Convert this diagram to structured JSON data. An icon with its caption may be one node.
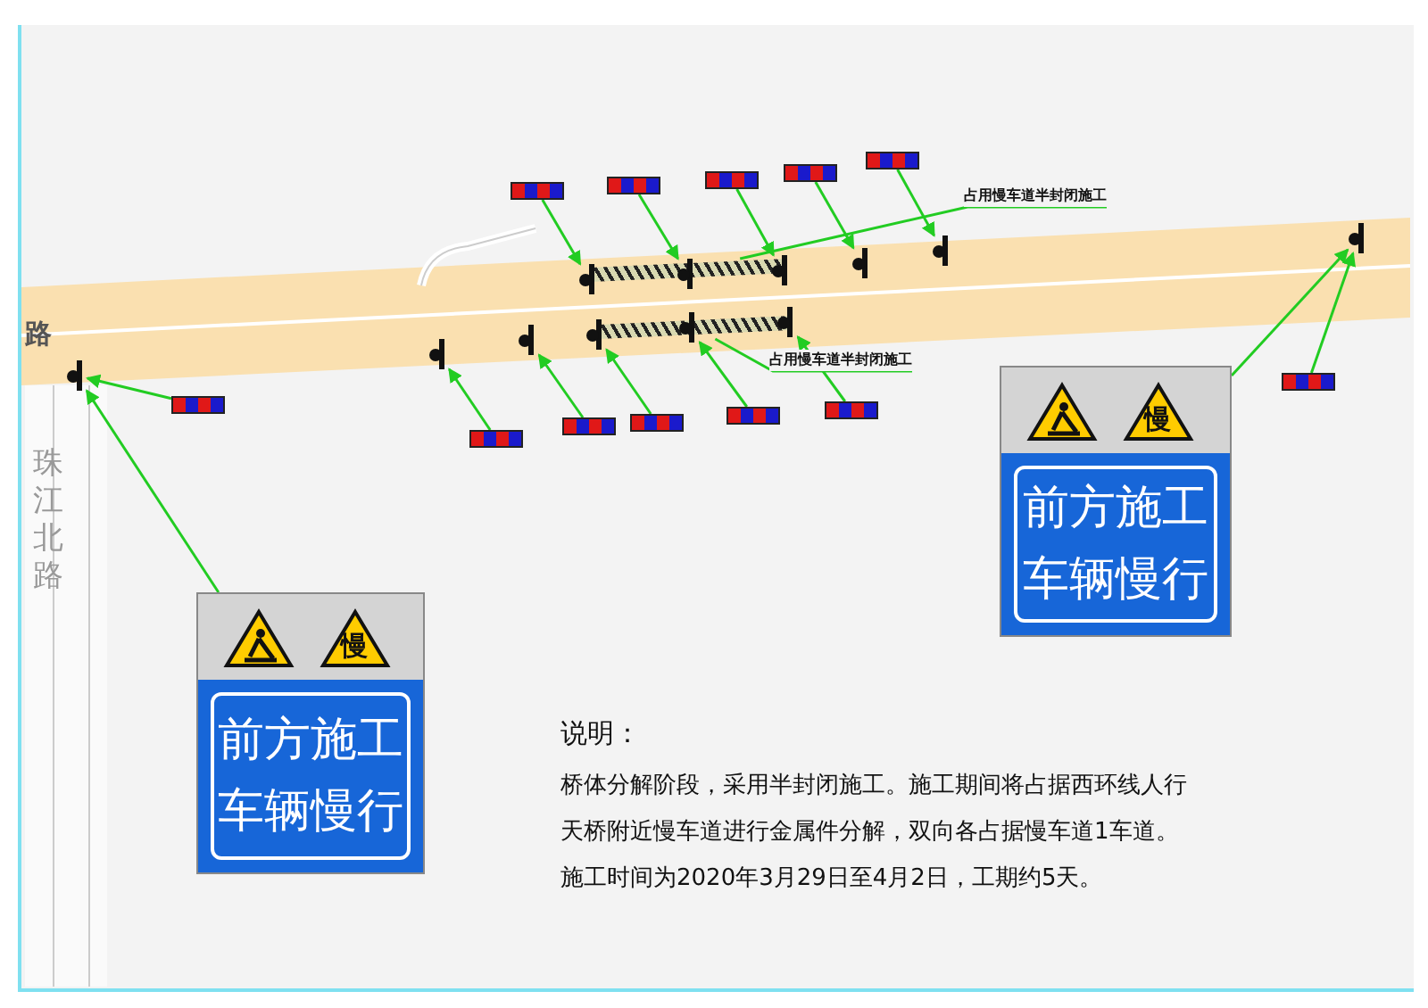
{
  "diagram": {
    "nodes": [
      {
        "text": [
          "占用慢车道半封闭施工"
        ]
      },
      {
        "text": [],
        "shape": "bar"
      },
      {
        "text": [],
        "shape": "bar"
      },
      {
        "text": [
          "占用慢车道半封闭施工"
        ]
      },
      {
        "text": [
          "慢",
          "前方施工车辆慢行"
        ]
      },
      {
        "text": [
          "慢",
          "前方施工车辆慢行"
        ]
      },
      {
        "text": [],
        "shape": "picture"
      },
      {
        "text": [],
        "shape": "picture"
      },
      {
        "text": [],
        "shape": "picture"
      },
      {
        "text": [],
        "shape": "picture"
      },
      {
        "text": [],
        "shape": "picture"
      },
      {
        "text": [],
        "shape": "picture"
      },
      {
        "text": [],
        "shape": "picture"
      },
      {
        "text": [],
        "shape": "picture"
      },
      {
        "text": [],
        "shape": "picture"
      },
      {
        "text": [],
        "shape": "picture"
      },
      {
        "text": [],
        "shape": "picture"
      },
      {
        "text": [],
        "shape": "picture"
      },
      {
        "text": [],
        "shape": "picture"
      },
      {
        "text": [],
        "shape": "picture"
      },
      {
        "text": [],
        "shape": "picture"
      },
      {
        "text": [],
        "shape": "picture"
      },
      {
        "text": [],
        "shape": "picture"
      },
      {
        "text": [],
        "shape": "picture"
      },
      {
        "text": [],
        "shape": "picture"
      },
      {
        "text": [],
        "shape": "picture"
      },
      {
        "text": [],
        "shape": "picture"
      },
      {
        "text": [],
        "shape": "picture"
      },
      {
        "text": [],
        "shape": "picture"
      },
      {
        "text": [],
        "shape": "picture"
      }
    ],
    "edges": [
      {
        "from": 0,
        "to": 1,
        "arrow": "none"
      },
      {
        "from": 3,
        "to": 2,
        "arrow": "none"
      },
      {
        "from": 6,
        "to": 11,
        "arrow": "to"
      },
      {
        "from": 7,
        "to": 12,
        "arrow": "to"
      },
      {
        "from": 8,
        "to": 13,
        "arrow": "to"
      },
      {
        "from": 9,
        "to": 14,
        "arrow": "to"
      },
      {
        "from": 10,
        "to": 15,
        "arrow": "to"
      },
      {
        "from": 16,
        "to": 21,
        "arrow": "to"
      },
      {
        "from": 17,
        "to": 22,
        "arrow": "to"
      },
      {
        "from": 18,
        "to": 23,
        "arrow": "to"
      },
      {
        "from": 19,
        "to": 24,
        "arrow": "to"
      },
      {
        "from": 20,
        "to": 25,
        "arrow": "to"
      },
      {
        "from": 26,
        "to": 27,
        "arrow": "to"
      },
      {
        "from": 28,
        "to": 29,
        "arrow": "to"
      },
      {
        "from": 4,
        "to": 27,
        "arrow": "to"
      },
      {
        "from": 5,
        "to": 29,
        "arrow": "to"
      }
    ],
    "labels": [
      "路",
      "珠江北路",
      "说明：",
      "桥体分解阶段，采用半封闭施工。施工期间将占据西环线人行天桥附近慢车道进行金属件分解，双向各占据慢车道1车道。施工时间为2020年3月29日至4月2日，工期约5天。"
    ]
  }
}
